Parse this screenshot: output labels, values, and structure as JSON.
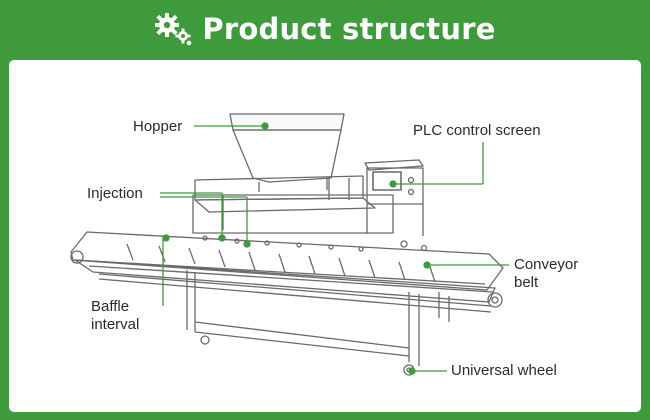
{
  "header": {
    "title": "Product structure",
    "icon": "gears-icon"
  },
  "labels": {
    "hopper": "Hopper",
    "plc": "PLC control screen",
    "injection": "Injection",
    "conveyor_line1": "Conveyor",
    "conveyor_line2": "belt",
    "baffle_line1": "Baffle",
    "baffle_line2": "interval",
    "wheel": "Universal wheel"
  },
  "colors": {
    "background": "#3f9a3c",
    "panel": "#ffffff",
    "leader": "#3f9a3c",
    "machine": "#555555"
  }
}
